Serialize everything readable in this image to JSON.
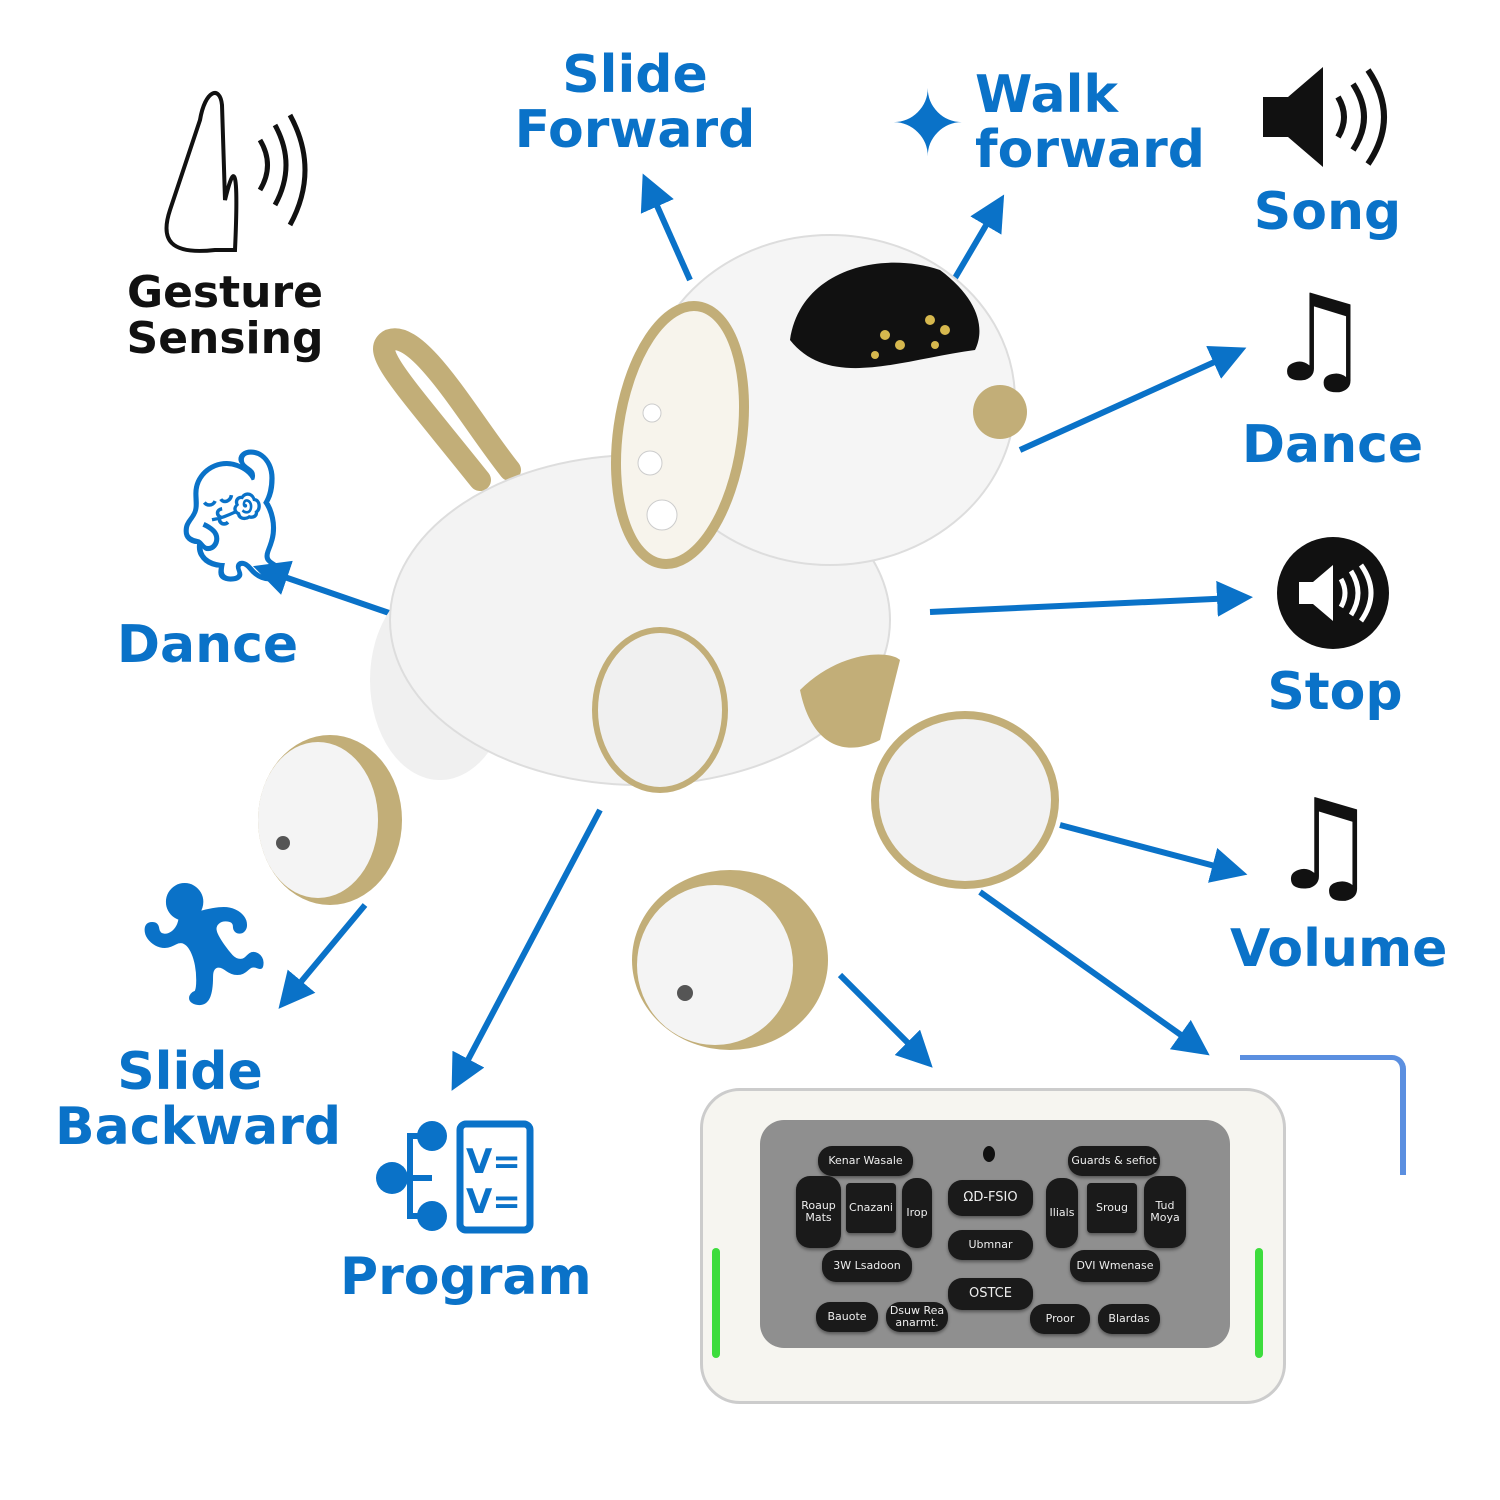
{
  "features": {
    "gesture": "Gesture Sensing",
    "slide_forward": "Slide Forward",
    "walk_forward": "Walk forward",
    "song": "Song",
    "dance_right": "Dance",
    "stop": "Stop",
    "volume": "Volume",
    "dance_left": "Dance",
    "slide_backward": "Slide Backward",
    "program": "Program"
  },
  "remote": {
    "buttons": [
      "Kenar Wasale",
      "Roaup Mats",
      "Cnazani",
      "Irop",
      "3W Lsadoon",
      "ΩD-FSIO",
      "Ubmnar",
      "OSTCE",
      "Guards & sefiot",
      "Ilials",
      "Sroug",
      "Tud Moya",
      "DVI Wmenase",
      "Bauote",
      "Dsuw Rea anarmt.",
      "Proor",
      "Blardas"
    ]
  },
  "colors": {
    "accent": "#0a72c8",
    "gold": "#b9a56e",
    "green": "#3ddc3d"
  }
}
